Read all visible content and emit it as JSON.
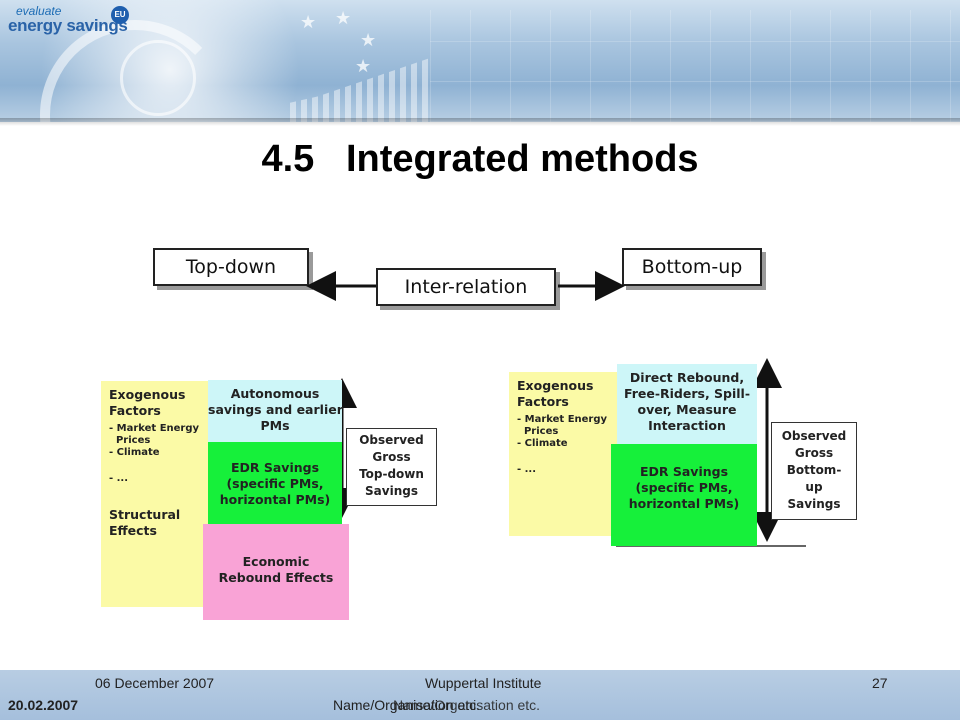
{
  "header": {
    "logo_line1": "evaluate",
    "logo_line2": "energy savings",
    "logo_badge": "EU",
    "icon": "logo-icon"
  },
  "slide": {
    "title": "4.5   Integrated methods"
  },
  "flow": {
    "top_down": "Top-down",
    "inter_relation": "Inter-relation",
    "bottom_up": "Bottom-up"
  },
  "left_diagram": {
    "exogenous_title": "Exogenous\nFactors",
    "exogenous_items": "- Market Energy\n  Prices\n- Climate",
    "exogenous_more": "- ...",
    "structural": "Structural\nEffects",
    "autonomous": "Autonomous\nsavings and earlier\nPMs",
    "edr": "EDR Savings\n(specific PMs,\nhorizontal PMs)",
    "economic": "Economic\nRebound Effects",
    "observed": "Observed\nGross\nTop-down\nSavings"
  },
  "right_diagram": {
    "exogenous_title": "Exogenous\nFactors",
    "exogenous_items": "- Market Energy\n  Prices\n- Climate",
    "exogenous_more": "- ...",
    "direct": "Direct Rebound,\nFree-Riders, Spill-\nover, Measure\nInteraction",
    "edr": "EDR Savings\n(specific PMs,\nhorizontal PMs)",
    "observed": "Observed\nGross\nBottom-\nup\nSavings"
  },
  "footer": {
    "date_top": "06 December 2007",
    "date_bottom": "20.02.2007",
    "org_top": "Wuppertal Institute",
    "org_bottom": "Name/Organisation etc.",
    "org_bottom_overlap": "Name/Organisation etc.",
    "page": "27"
  },
  "colors": {
    "yellow": "#fbfaa6",
    "cyan": "#cdf6f8",
    "green": "#16f03a",
    "pink": "#f9a3d6",
    "banner": "#a9c5df"
  }
}
